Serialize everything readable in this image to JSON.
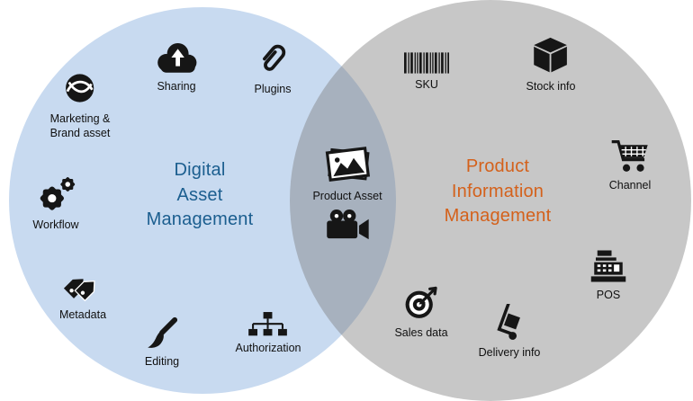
{
  "left": {
    "title": "Digital\nAsset\nManagement",
    "title_color": "#1b5e8f",
    "circle_color": "#cfe0f3"
  },
  "right": {
    "title": "Product\nInformation\nManagement",
    "title_color": "#d4611b",
    "circle_color": "#c7c7c7"
  },
  "overlap": {
    "label": "Product Asset",
    "icons": [
      "photos-icon",
      "video-camera-icon"
    ]
  },
  "items": {
    "marketing": {
      "label": "Marketing &\nBrand asset",
      "icon": "knot-icon"
    },
    "sharing": {
      "label": "Sharing",
      "icon": "cloud-upload-icon"
    },
    "plugins": {
      "label": "Plugins",
      "icon": "paperclip-icon"
    },
    "workflow": {
      "label": "Workflow",
      "icon": "gears-icon"
    },
    "metadata": {
      "label": "Metadata",
      "icon": "tags-icon"
    },
    "editing": {
      "label": "Editing",
      "icon": "paintbrush-icon"
    },
    "authorization": {
      "label": "Authorization",
      "icon": "sitemap-icon"
    },
    "sku": {
      "label": "SKU",
      "icon": "barcode-icon"
    },
    "stock_info": {
      "label": "Stock info",
      "icon": "cube-icon"
    },
    "channel": {
      "label": "Channel",
      "icon": "shopping-cart-icon"
    },
    "pos": {
      "label": "POS",
      "icon": "cash-register-icon"
    },
    "sales_data": {
      "label": "Sales data",
      "icon": "target-arrow-icon"
    },
    "delivery_info": {
      "label": "Delivery info",
      "icon": "hand-truck-icon"
    }
  }
}
